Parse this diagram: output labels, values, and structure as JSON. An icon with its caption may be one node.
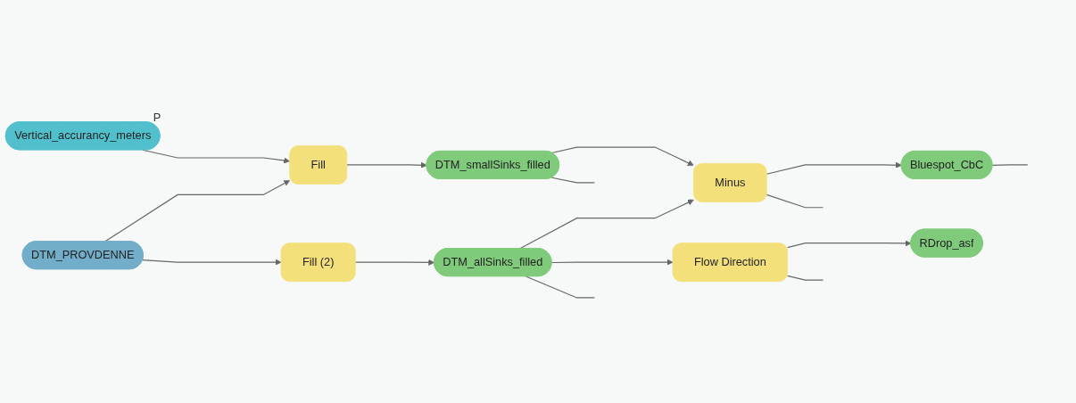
{
  "diagram": {
    "nodes": [
      {
        "text": [
          "Vertical_accurancy_meters"
        ],
        "beside": [
          "P"
        ]
      },
      {
        "text": [
          "Fill"
        ]
      },
      {
        "text": [
          "DTM_smallSinks_filled"
        ]
      },
      {
        "text": [
          "Flow Direction"
        ]
      },
      {
        "text": [
          "RDrop_asf"
        ]
      },
      {
        "text": [
          "DTM_PROVDENNE"
        ]
      },
      {
        "text": [
          "Fill (2)"
        ]
      },
      {
        "text": [
          "DTM_allSinks_filled"
        ]
      },
      {
        "text": [
          "Minus"
        ]
      },
      {
        "text": [
          "Bluespot_CbC"
        ]
      }
    ],
    "edges": [
      {
        "from": 0,
        "to": 1,
        "arrow": "to"
      },
      {
        "from": 5,
        "to": 1,
        "arrow": "to"
      },
      {
        "from": 5,
        "to": 6,
        "arrow": "to"
      },
      {
        "from": 1,
        "to": 2,
        "arrow": "to"
      },
      {
        "from": 6,
        "to": 7,
        "arrow": "to"
      },
      {
        "from": 2,
        "to": 8,
        "arrow": "to"
      },
      {
        "from": 7,
        "to": 8,
        "arrow": "to"
      },
      {
        "from": 7,
        "to": 3,
        "arrow": "to"
      },
      {
        "from": 3,
        "to": 4,
        "arrow": "to"
      },
      {
        "from": 8,
        "to": 9,
        "arrow": "to"
      },
      {
        "from": 2,
        "to": null,
        "arrow": "none"
      },
      {
        "from": 3,
        "to": null,
        "arrow": "none"
      },
      {
        "from": 7,
        "to": null,
        "arrow": "none"
      },
      {
        "from": 8,
        "to": null,
        "arrow": "none"
      },
      {
        "from": 9,
        "to": null,
        "arrow": "none"
      }
    ]
  }
}
